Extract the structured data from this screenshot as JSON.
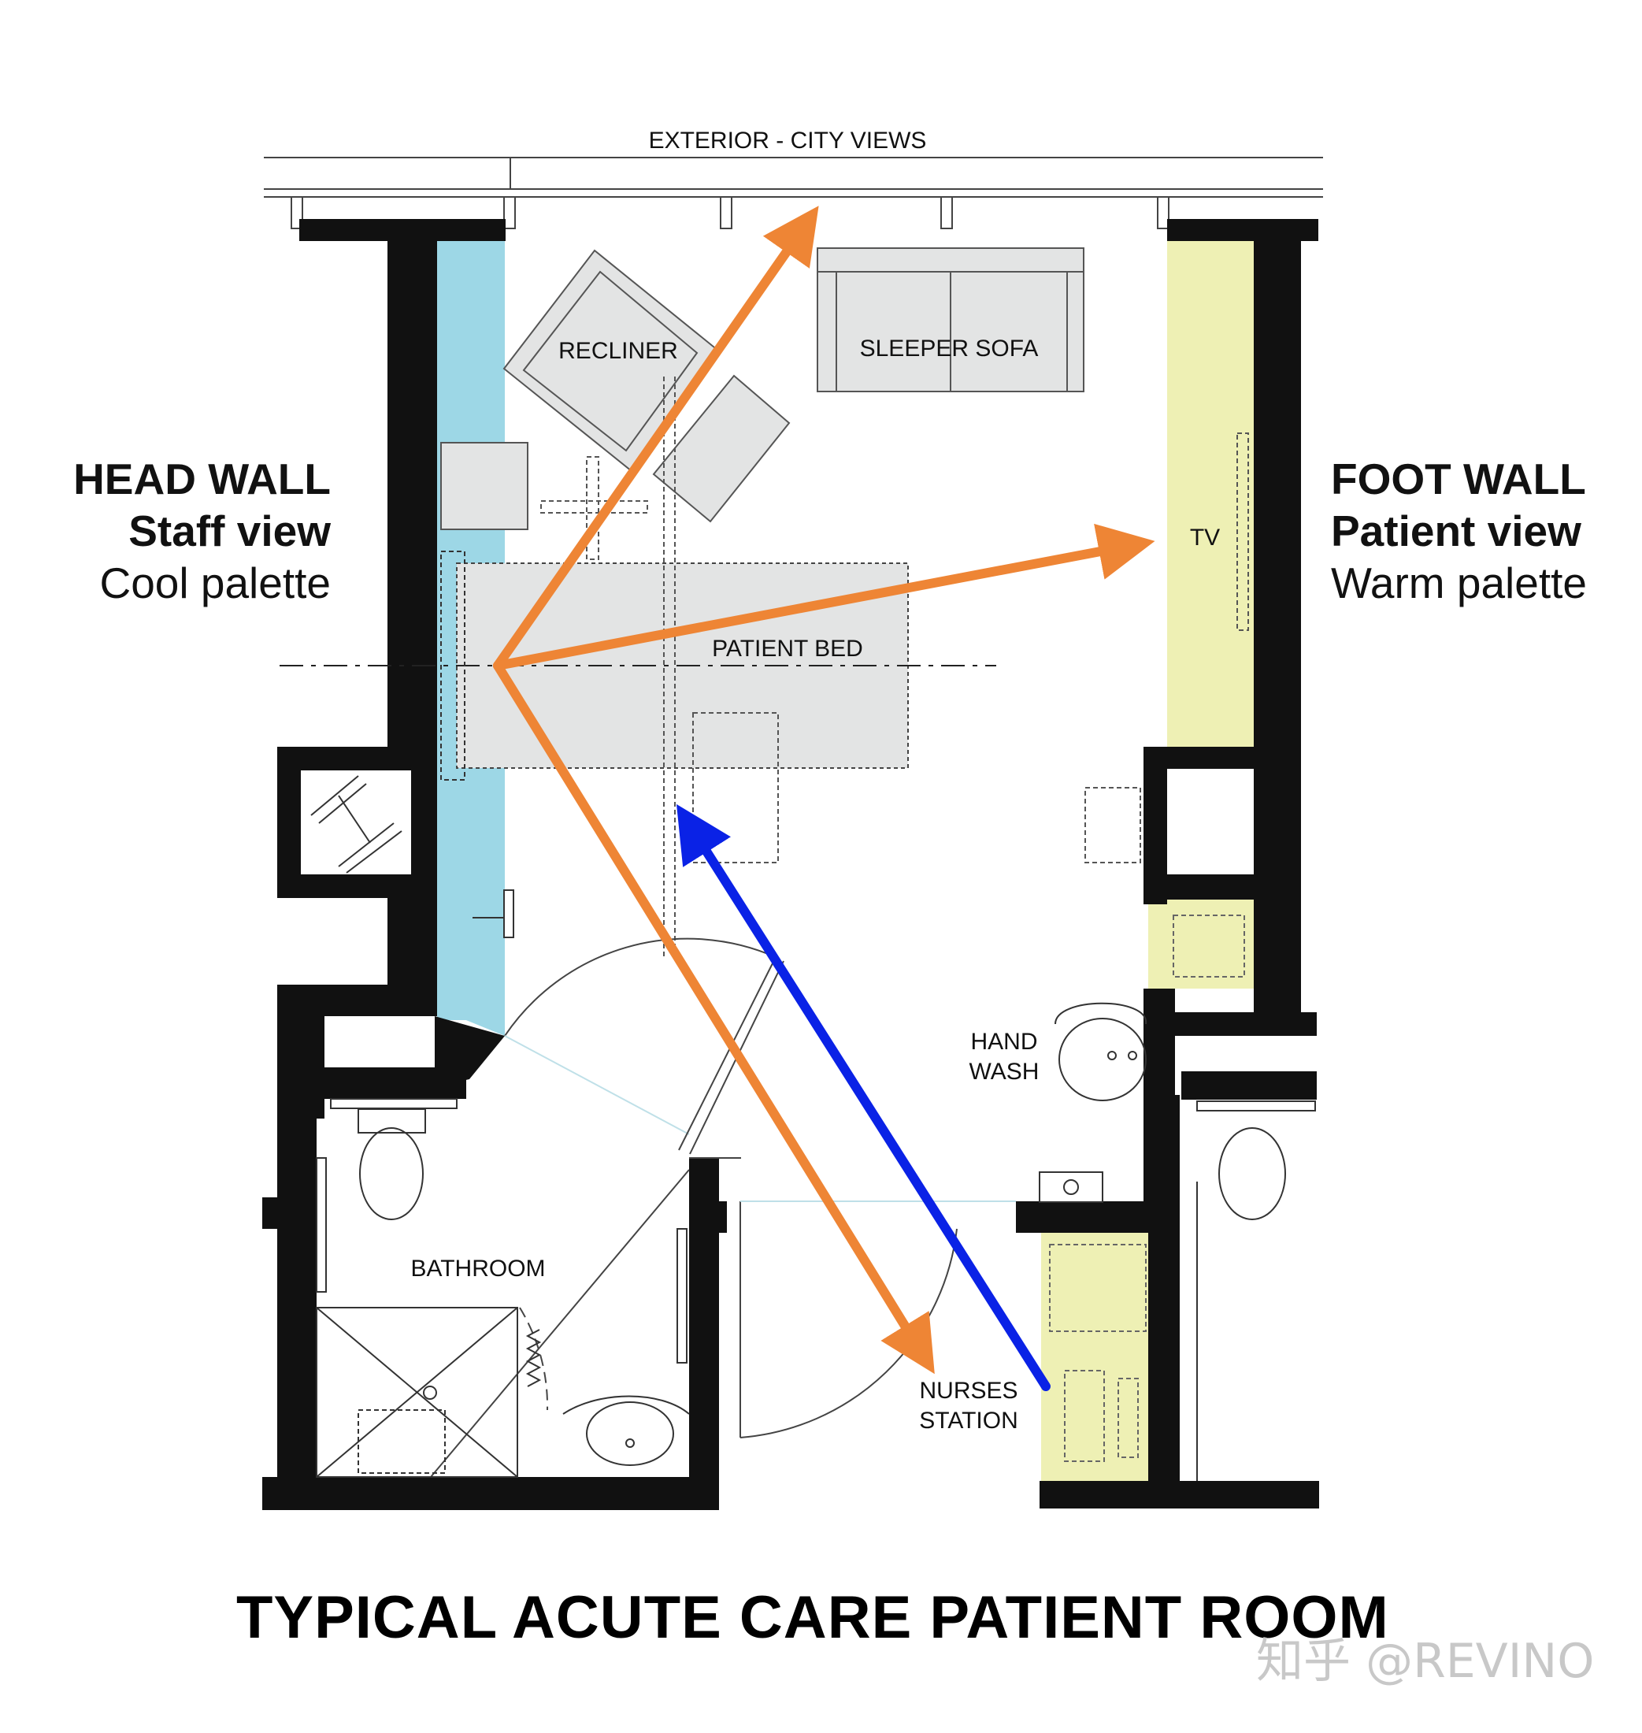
{
  "title": "TYPICAL ACUTE CARE PATIENT ROOM",
  "exterior_label": "EXTERIOR - CITY VIEWS",
  "head_wall": {
    "title": "HEAD WALL",
    "subtitle": "Staff view",
    "palette": "Cool palette"
  },
  "foot_wall": {
    "title": "FOOT WALL",
    "subtitle": "Patient view",
    "palette": "Warm palette"
  },
  "rooms": {
    "recliner": "RECLINER",
    "sleeper_sofa": "SLEEPER SOFA",
    "tv": "TV",
    "patient_bed": "PATIENT BED",
    "hand_wash": [
      "HAND",
      "WASH"
    ],
    "bathroom": "BATHROOM",
    "nurses_station": [
      "NURSES",
      "STATION"
    ]
  },
  "watermark": "知乎 @REVINO",
  "colors": {
    "cool_panel": "#9dd7e6",
    "warm_panel": "#eef0b4",
    "orange_arrow": "#ee8535",
    "blue_arrow": "#0a22e6",
    "wall": "#111111",
    "furniture": "#e3e4e4"
  }
}
